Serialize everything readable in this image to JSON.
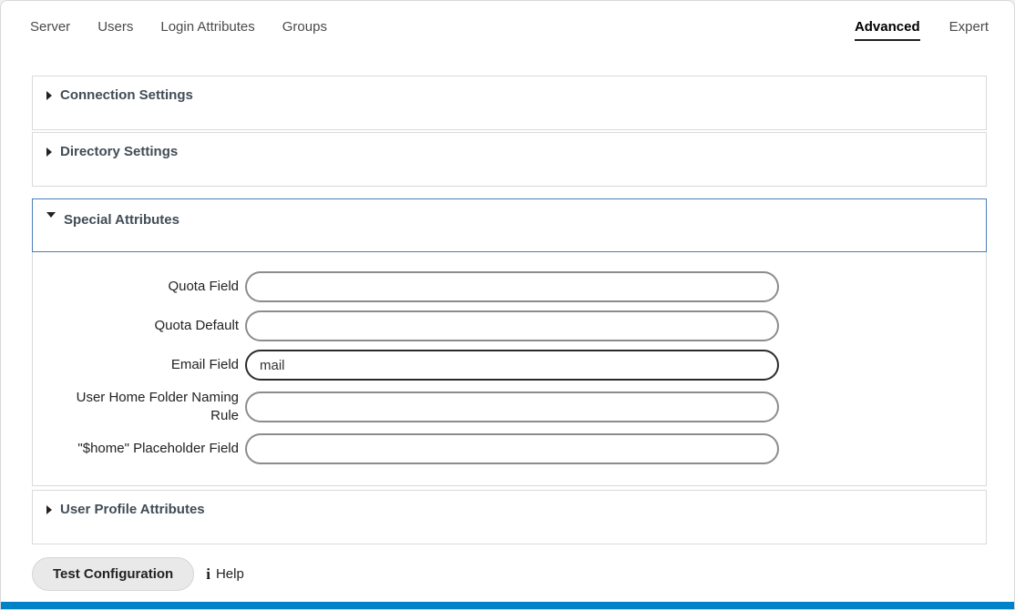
{
  "colors": {
    "accent_bar": "#0082c9",
    "active_section_border": "#4a7cb8",
    "input_border": "#8c8c8c",
    "focused_input_border": "#2b2b2b"
  },
  "tabs": {
    "left": [
      {
        "label": "Server"
      },
      {
        "label": "Users"
      },
      {
        "label": "Login Attributes"
      },
      {
        "label": "Groups"
      }
    ],
    "right": [
      {
        "label": "Advanced",
        "active": true
      },
      {
        "label": "Expert",
        "active": false
      }
    ]
  },
  "sections": {
    "connection": {
      "title": "Connection Settings",
      "expanded": false
    },
    "directory": {
      "title": "Directory Settings",
      "expanded": false
    },
    "special": {
      "title": "Special Attributes",
      "expanded": true
    },
    "user_profile": {
      "title": "User Profile Attributes",
      "expanded": false
    }
  },
  "special_attributes": {
    "fields": [
      {
        "label": "Quota Field",
        "value": ""
      },
      {
        "label": "Quota Default",
        "value": ""
      },
      {
        "label": "Email Field",
        "value": "mail",
        "focused": true
      },
      {
        "label": "User Home Folder Naming Rule",
        "value": ""
      },
      {
        "label": "\"$home\" Placeholder Field",
        "value": ""
      }
    ]
  },
  "footer": {
    "test_button_label": "Test Configuration",
    "info_icon_glyph": "i",
    "help_label": "Help"
  }
}
